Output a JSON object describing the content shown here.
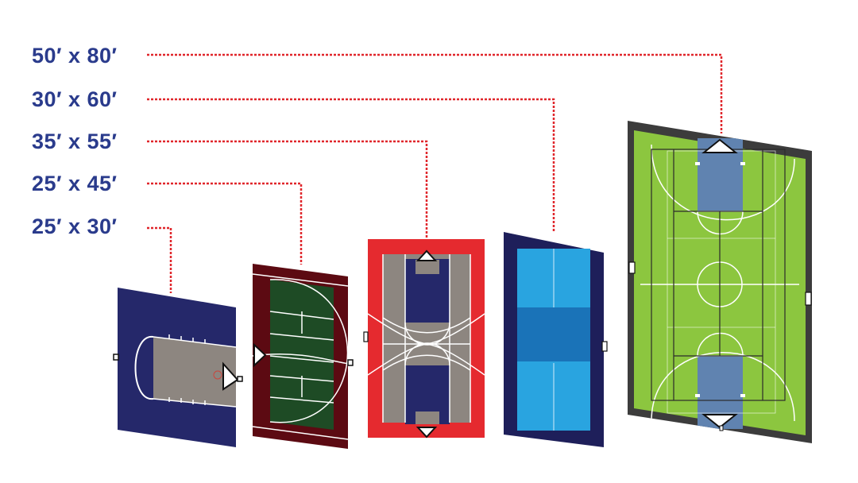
{
  "labels": [
    {
      "text": "50′ x 80′"
    },
    {
      "text": "30′ x 60′"
    },
    {
      "text": "35′ x 55′"
    },
    {
      "text": "25′ x 45′"
    },
    {
      "text": "25′ x 30′"
    }
  ],
  "colors": {
    "label": "#2a3b8c",
    "leader": "#e0262b",
    "court1_surround": "#25286a",
    "court1_key": "#8d8680",
    "court2_surround": "#5c0a12",
    "court2_play": "#1e4b25",
    "court3_surround": "#e52a2f",
    "court3_gray": "#8d8680",
    "court3_key": "#25286a",
    "court4_surround": "#1e1f5a",
    "court4_light": "#29a4e0",
    "court4_dark": "#1a73b8",
    "court5_border": "#3c3c3c",
    "court5_green": "#8cc63f",
    "court5_key": "#6083b0"
  }
}
